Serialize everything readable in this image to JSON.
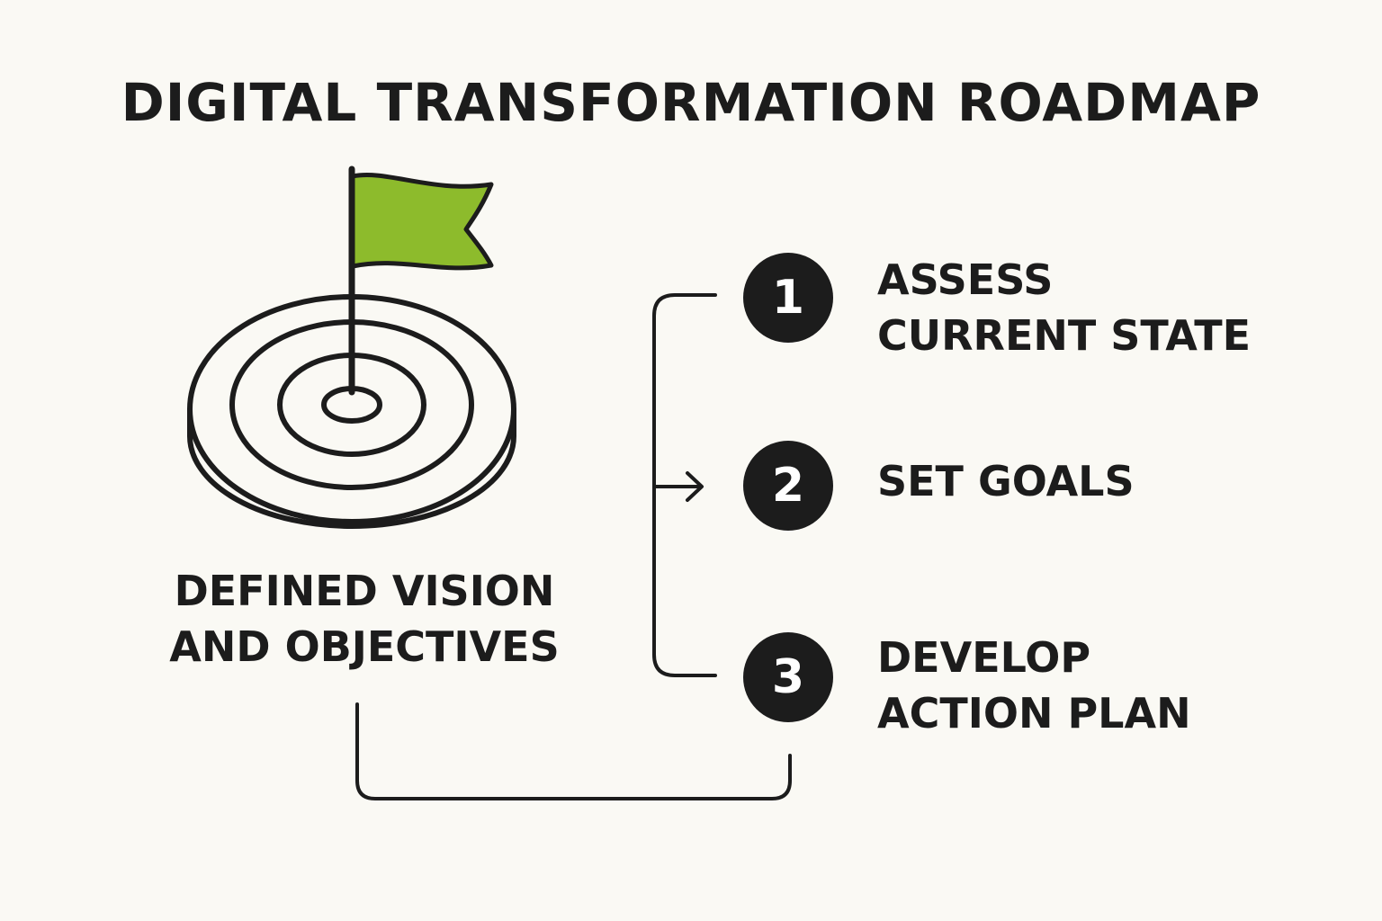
{
  "title": "DIGITAL TRANSFORMATION ROADMAP",
  "vision": {
    "line1": "DEFINED VISION",
    "line2": "AND OBJECTIVES",
    "icon": "target-with-flag-icon",
    "flag_color": "#8dbb2c"
  },
  "steps": [
    {
      "number": "1",
      "line1": "ASSESS",
      "line2": "CURRENT STATE"
    },
    {
      "number": "2",
      "line1": "SET GOALS",
      "line2": ""
    },
    {
      "number": "3",
      "line1": "DEVELOP",
      "line2": "ACTION PLAN"
    }
  ],
  "colors": {
    "background": "#faf9f4",
    "ink": "#1c1c1c",
    "accent": "#8dbb2c"
  }
}
